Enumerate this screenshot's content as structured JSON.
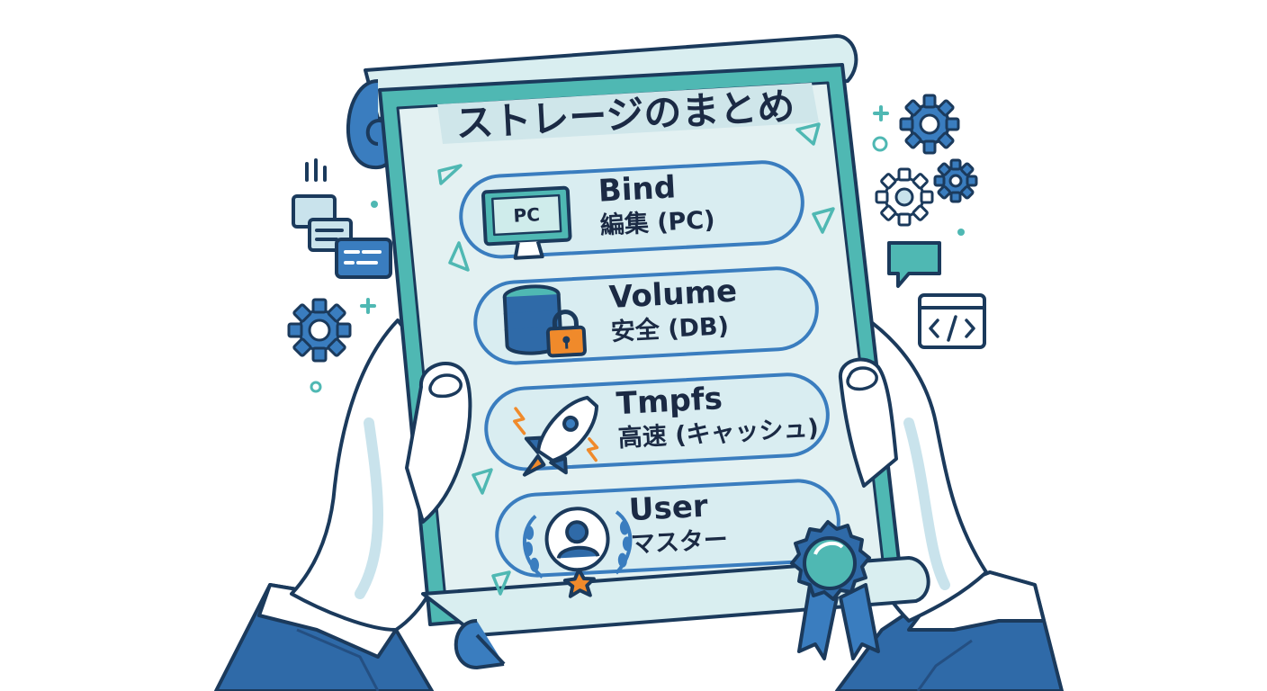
{
  "title": "ストレージのまとめ",
  "items": [
    {
      "heading": "Bind",
      "subtitle": "編集 (PC)",
      "icon": "monitor-icon",
      "icon_text": "PC"
    },
    {
      "heading": "Volume",
      "subtitle": "安全 (DB)",
      "icon": "database-lock-icon"
    },
    {
      "heading": "Tmpfs",
      "subtitle": "高速 (キャッシュ)",
      "icon": "rocket-icon"
    },
    {
      "heading": "User",
      "subtitle": "マスター",
      "icon": "user-laurel-icon"
    }
  ],
  "colors": {
    "outline": "#1b3a5c",
    "teal": "#4fb8b3",
    "paper": "#e3f1f2",
    "pill": "#d9edf1",
    "blue": "#3a7dbf",
    "sleeve": "#2f6aa8",
    "accent": "#f08a2b"
  }
}
